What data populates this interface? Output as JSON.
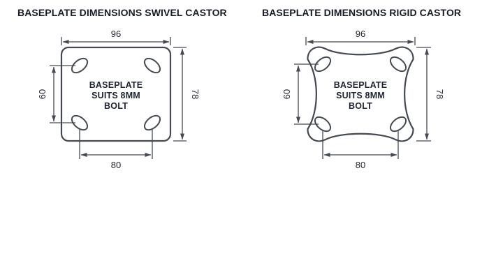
{
  "colors": {
    "background": "#ffffff",
    "line": "#454a52",
    "text": "#23262e",
    "title_text": "#161b26",
    "plate_fill": "#ffffff"
  },
  "diagrams": [
    {
      "title": "BASEPLATE DIMENSIONS SWIVEL CASTOR",
      "plate_type": "swivel",
      "plate_label": {
        "line1": "BASEPLATE",
        "line2": "SUITS 8MM",
        "line3": "BOLT"
      },
      "dimensions": {
        "width_top": "96",
        "height_right": "78",
        "hole_spacing_left": "60",
        "hole_spacing_bottom": "80"
      }
    },
    {
      "title": "BASEPLATE DIMENSIONS RIGID CASTOR",
      "plate_type": "rigid",
      "plate_label": {
        "line1": "BASEPLATE",
        "line2": "SUITS 8MM",
        "line3": "BOLT"
      },
      "dimensions": {
        "width_top": "96",
        "height_right": "78",
        "hole_spacing_left": "60",
        "hole_spacing_bottom": "80"
      }
    }
  ]
}
